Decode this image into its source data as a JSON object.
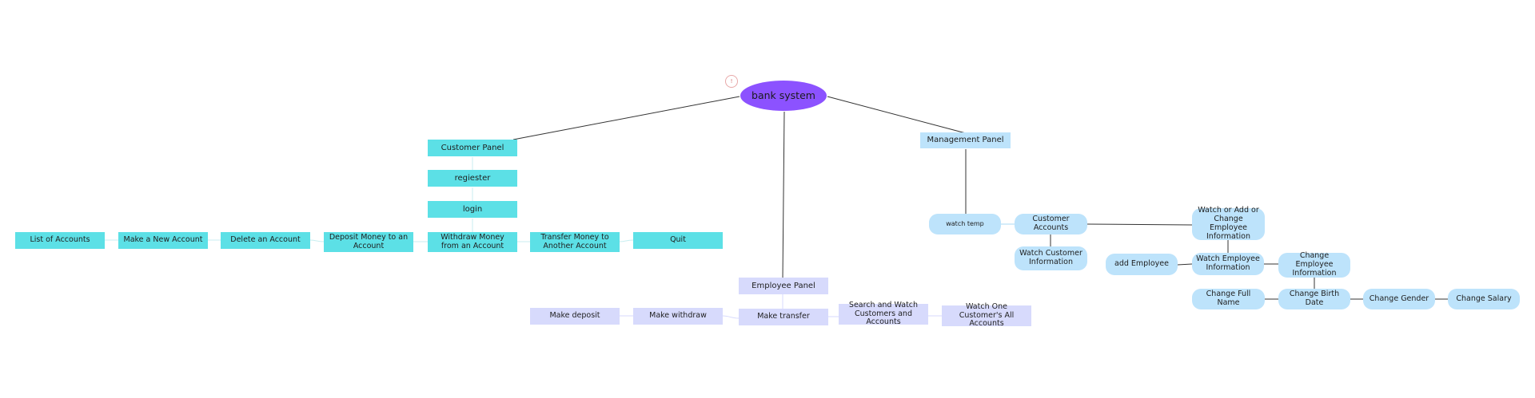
{
  "diagram": {
    "root": {
      "label": "bank system",
      "marker": "!",
      "color": "#8c52ff"
    },
    "customer_panel": {
      "title": "Customer Panel",
      "register": "regiester",
      "login": "login",
      "menu": [
        "List of Accounts",
        "Make a New Account",
        "Delete an Account",
        "Deposit Money to an Account",
        "Withdraw Money from an Account",
        "Transfer Money to Another Account",
        "Quit"
      ],
      "color": "#5ce0e6"
    },
    "employee_panel": {
      "title": "Employee Panel",
      "menu": [
        "Make deposit",
        "Make withdraw",
        "Make transfer",
        "Search and Watch Customers and Accounts",
        "Watch One Customer's All Accounts"
      ],
      "color": "#d7dafc"
    },
    "management_panel": {
      "title": "Management Panel",
      "watch_temp": "watch temp",
      "customer_accounts": "Customer Accounts",
      "watch_customer_information": "Watch Customer Information",
      "employee_manage": "Watch or Add or Change Employee Information",
      "add_employee": "add Employee",
      "watch_employee_information": "Watch Employee Information",
      "change_employee_information": "Change Employee Information",
      "change_full_name": "Change Full Name",
      "change_birth_date": "Change Birth Date",
      "change_gender": "Change Gender",
      "change_salary": "Change Salary",
      "color": "#bde3fb"
    }
  }
}
